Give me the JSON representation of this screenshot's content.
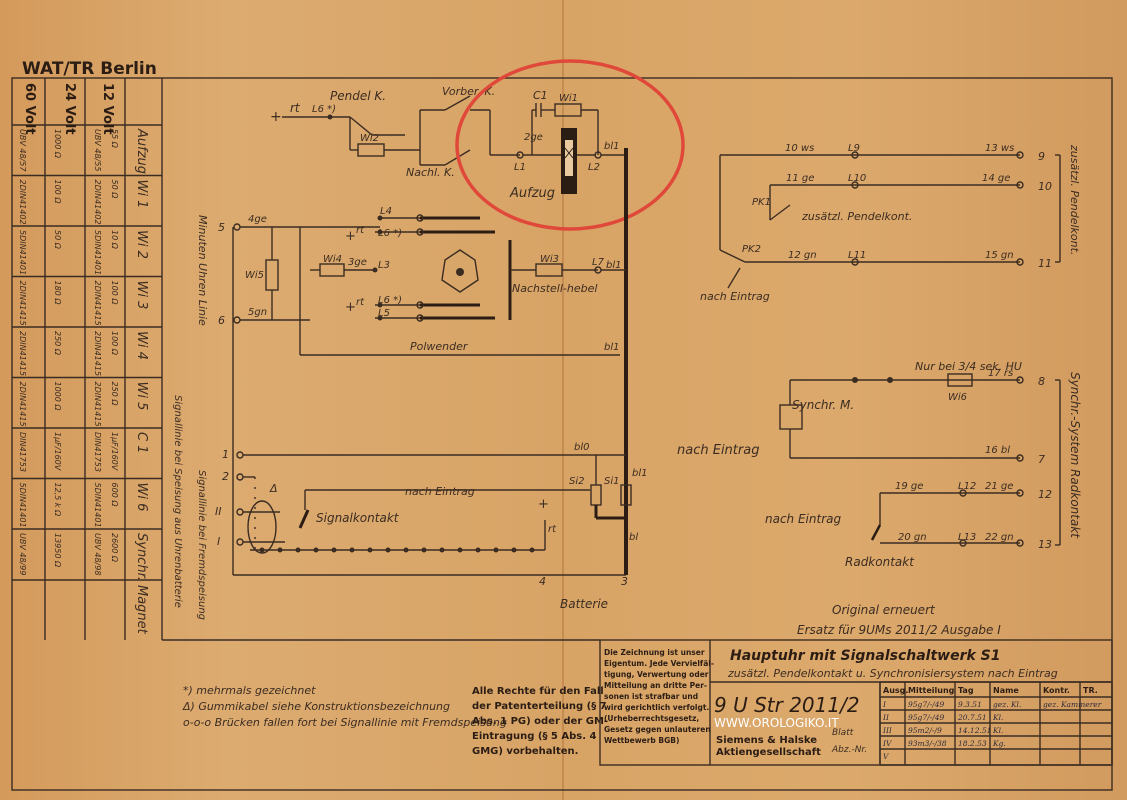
{
  "header": {
    "stamp": "WAT/TR Berlin"
  },
  "left_table": {
    "voltages": [
      "60 Volt",
      "24 Volt",
      "12 Volt"
    ],
    "columns": [
      {
        "name": "Aufzug",
        "cells": [
          "UBV 48/57",
          "1000 Ω",
          "UBV 48/55",
          "55 Ω"
        ]
      },
      {
        "name": "Wi 1",
        "cells": [
          "2DIN41402",
          "100 Ω",
          "2DIN41402",
          "50 Ω"
        ]
      },
      {
        "name": "Wi 2",
        "cells": [
          "5DIN41401",
          "50 Ω",
          "5DIN41401",
          "10 Ω"
        ]
      },
      {
        "name": "Wi 3",
        "cells": [
          "2DIN41415",
          "180 Ω",
          "2DIN41415",
          "100 Ω"
        ]
      },
      {
        "name": "Wi 4",
        "cells": [
          "2DIN41415",
          "250 Ω",
          "2DIN41415",
          "100 Ω"
        ]
      },
      {
        "name": "Wi 5",
        "cells": [
          "2DIN41415",
          "1000 Ω",
          "2DIN41415",
          "250 Ω"
        ]
      },
      {
        "name": "C 1",
        "cells": [
          "DIN41753",
          "1µF/160V",
          "DIN41753",
          "1µF/160V"
        ]
      },
      {
        "name": "Wi 6",
        "cells": [
          "5DIN41401",
          "12,5 k Ω",
          "5DIN41401",
          "600 Ω"
        ]
      },
      {
        "name": "Synchr. Magnet",
        "cells": [
          "UBV 48/99",
          "13950 Ω",
          "UBV 48/98",
          "2600 Ω"
        ]
      }
    ]
  },
  "diagram": {
    "labels": {
      "pendel": "Pendel K.",
      "vorber": "Vorber. K.",
      "nachl": "Nachl. K.",
      "c1": "C1",
      "wi1": "Wi1",
      "wi2": "Wi2",
      "aufzug": "Aufzug",
      "rt": "rt",
      "l6star": "L6 *)",
      "ge2": "2ge",
      "l1": "L1",
      "l2": "L2",
      "bl1": "bl1",
      "minuten": "Minuten Uhren Linie",
      "ge4": "4ge",
      "gn5": "5gn",
      "wi5": "Wi5",
      "wi4": "Wi4",
      "ge3": "3ge",
      "l3": "L3",
      "l4": "L4",
      "l5": "L5",
      "l6": "L6 *)",
      "l7": "L7",
      "wi3": "Wi3",
      "nachstellhebel": "Nachstell-hebel",
      "polwender": "Polwender",
      "bl1b": "bl1",
      "signallinie1": "Signallinie bei Speisung aus Uhrenbatterie",
      "signallinie2": "Signallinie bei Fremdspeisung",
      "bl0": "bl0",
      "si2": "Si2",
      "si1": "Si1",
      "nach_eintrag_1": "nach Eintrag",
      "delta": "Δ",
      "signalkontakt": "Signalkontakt",
      "bl": "bl",
      "batterie": "Batterie",
      "ws10": "10 ws",
      "l9": "L9",
      "ws13": "13 ws",
      "ge11": "11 ge",
      "l10": "L10",
      "ge14": "14 ge",
      "pk1": "PK1",
      "zusaetzl": "zusätzl. Pendelkont.",
      "pk2": "PK2",
      "gn12": "12 gn",
      "l11": "L11",
      "gn15": "15 gn",
      "nach_eintrag_2": "nach Eintrag",
      "zusaetzl_pendelkont": "zusätzl. Pendelkont.",
      "nur_bei": "Nur bei 3/4 sek. HU",
      "rs17": "17 rs",
      "wi6": "Wi6",
      "synchr_m": "Synchr. M.",
      "nach_eintrag_3": "nach Eintrag",
      "bl16": "16 bl",
      "synchr_system": "Synchr.-System Radkontakt",
      "ge19": "19 ge",
      "l12": "L12",
      "ge21": "21 ge",
      "nach_eintrag_4": "nach Eintrag",
      "gn20": "20 gn",
      "l13": "L13",
      "gn22": "22 gn",
      "radkontakt": "Radkontakt"
    },
    "terminals_left": [
      "5",
      "6",
      "1",
      "2",
      "II",
      "I"
    ],
    "terminals_right": [
      "9",
      "10",
      "11",
      "8",
      "7",
      "12",
      "13"
    ],
    "battery_terminals": [
      "4",
      "3"
    ]
  },
  "notes": {
    "original": "Original erneuert",
    "ersatz": "Ersatz für 9UMs 2011/2 Ausgabe I",
    "legend": [
      "*) mehrmals gezeichnet",
      "Δ) Gummikabel siehe Konstruktionsbezeichnung",
      "o-o-o Brücken fallen fort bei Signallinie mit Fremdspeisung"
    ],
    "rights": "Alle Rechte für den Fall der Patenterteilung (§ 7 Abs. 1 PG) oder der GM-Eintragung (§ 5 Abs. 4 GMG) vorbehalten."
  },
  "title_block": {
    "copyright": "Die Zeichnung ist unser Eigentum. Jede Vervielfältigung, Verwertung oder Mitteilung an dritte Personen ist strafbar und wird gerichtlich verfolgt. (Urheberrechtsgesetz, Gesetz gegen unlauteren Wettbewerb BGB)",
    "title": "Hauptuhr mit Signalschaltwerk S1",
    "subtitle": "zusätzl. Pendelkontakt u. Synchronisiersystem nach Eintrag",
    "drawing_no": "9 U Str 2011/2",
    "watermark": "WWW.OROLOGIKO.IT",
    "company": "Siemens & Halske Aktiengesellschaft",
    "blatt": "Blatt",
    "abz": "Abz.-Nr.",
    "rev_headers": [
      "Ausg.",
      "Mitteilung",
      "Tag",
      "Name",
      "Kontr.",
      "TR."
    ],
    "revisions": [
      [
        "I",
        "95g7/-/49",
        "9.3.51",
        "gez. Kl.",
        "gez. Kammerer",
        ""
      ],
      [
        "II",
        "95g7/-/49",
        "20.7.51",
        "Kl.",
        "",
        ""
      ],
      [
        "III",
        "95m2/-/9",
        "14.12.51",
        "Kl.",
        "",
        ""
      ],
      [
        "IV",
        "93m3/-/38",
        "18.2.53",
        "Kg.",
        "",
        ""
      ],
      [
        "V",
        "",
        "",
        "",
        "",
        ""
      ]
    ]
  },
  "colors": {
    "paper": "#d8a466",
    "ink": "#3b2c22",
    "highlight": "#e0483a"
  }
}
